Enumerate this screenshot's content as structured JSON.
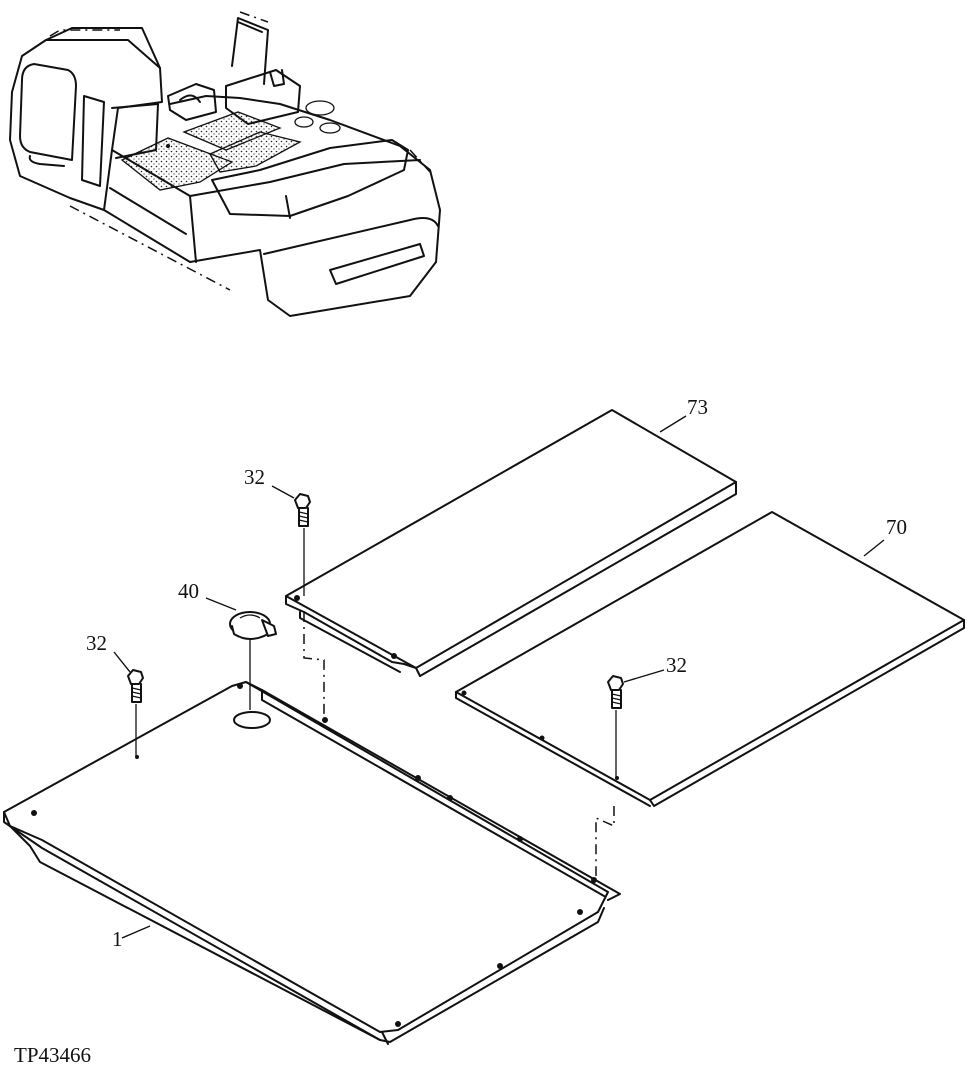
{
  "figure_id": "TP43466",
  "callouts": {
    "c73": "73",
    "c70": "70",
    "c32_top": "32",
    "c32_left": "32",
    "c32_right": "32",
    "c40": "40",
    "c1": "1"
  },
  "parts": [
    {
      "number": "1",
      "part": "floor-plate"
    },
    {
      "number": "32",
      "part": "bolt"
    },
    {
      "number": "40",
      "part": "plug"
    },
    {
      "number": "70",
      "part": "floor-panel"
    },
    {
      "number": "73",
      "part": "floor-mat"
    }
  ]
}
